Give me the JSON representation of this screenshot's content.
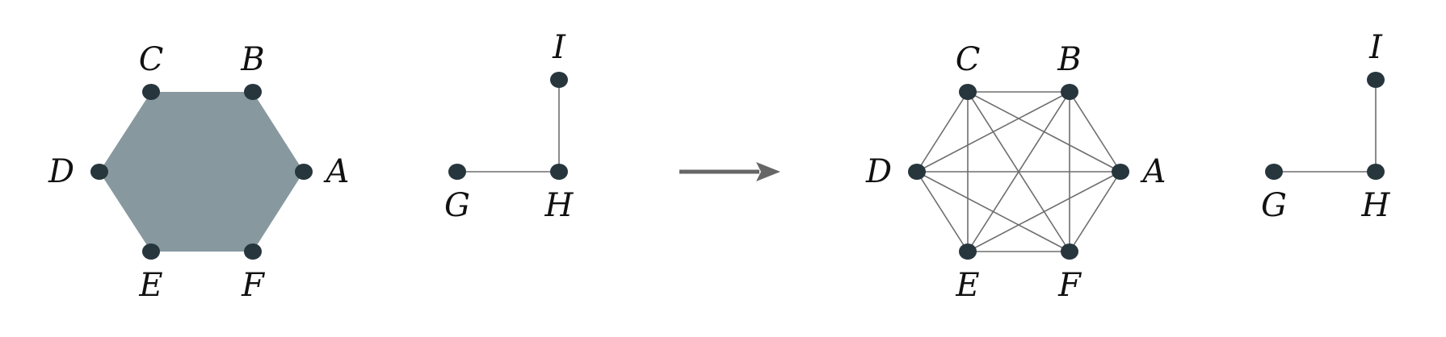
{
  "colors": {
    "background": "#ffffff",
    "vertex": "#27363d",
    "edge": "#6e6e6e",
    "filled_hexagon": "#87999f",
    "arrow": "#666666",
    "label": "#111111"
  },
  "left_graph": {
    "hexagon": {
      "nodes": [
        "A",
        "B",
        "C",
        "D",
        "E",
        "F"
      ],
      "filled_face": true,
      "edges": []
    },
    "path": {
      "nodes": [
        "G",
        "H",
        "I"
      ],
      "edges": [
        [
          "G",
          "H"
        ],
        [
          "H",
          "I"
        ]
      ]
    }
  },
  "transform_arrow": "right-arrow",
  "right_graph": {
    "complete_graph": {
      "nodes": [
        "A",
        "B",
        "C",
        "D",
        "E",
        "F"
      ],
      "edges": [
        [
          "A",
          "B"
        ],
        [
          "A",
          "C"
        ],
        [
          "A",
          "D"
        ],
        [
          "A",
          "E"
        ],
        [
          "A",
          "F"
        ],
        [
          "B",
          "C"
        ],
        [
          "B",
          "D"
        ],
        [
          "B",
          "E"
        ],
        [
          "B",
          "F"
        ],
        [
          "C",
          "D"
        ],
        [
          "C",
          "E"
        ],
        [
          "C",
          "F"
        ],
        [
          "D",
          "E"
        ],
        [
          "D",
          "F"
        ],
        [
          "E",
          "F"
        ]
      ]
    },
    "path": {
      "nodes": [
        "G",
        "H",
        "I"
      ],
      "edges": [
        [
          "G",
          "H"
        ],
        [
          "H",
          "I"
        ]
      ]
    }
  }
}
